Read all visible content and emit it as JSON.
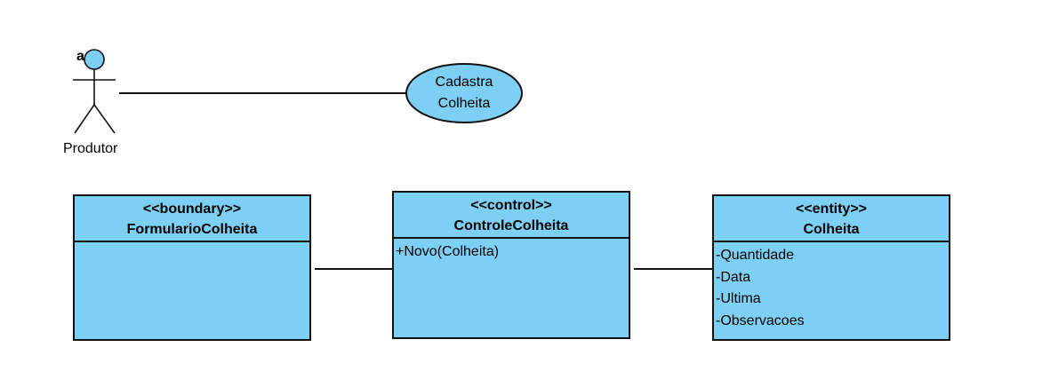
{
  "actor": {
    "name": "Produtor",
    "tag": "a"
  },
  "use_case": {
    "line1": "Cadastra",
    "line2": "Colheita"
  },
  "classes": [
    {
      "stereotype": "<<boundary>>",
      "name": "FormularioColheita",
      "members": []
    },
    {
      "stereotype": "<<control>>",
      "name": "ControleColheita",
      "members": [
        "+Novo(Colheita)"
      ]
    },
    {
      "stereotype": "<<entity>>",
      "name": "Colheita",
      "members": [
        "-Quantidade",
        "-Data",
        "-Ultima",
        "-Observacoes"
      ]
    }
  ],
  "colors": {
    "fill": "#7dcff3",
    "stroke": "#111111"
  }
}
